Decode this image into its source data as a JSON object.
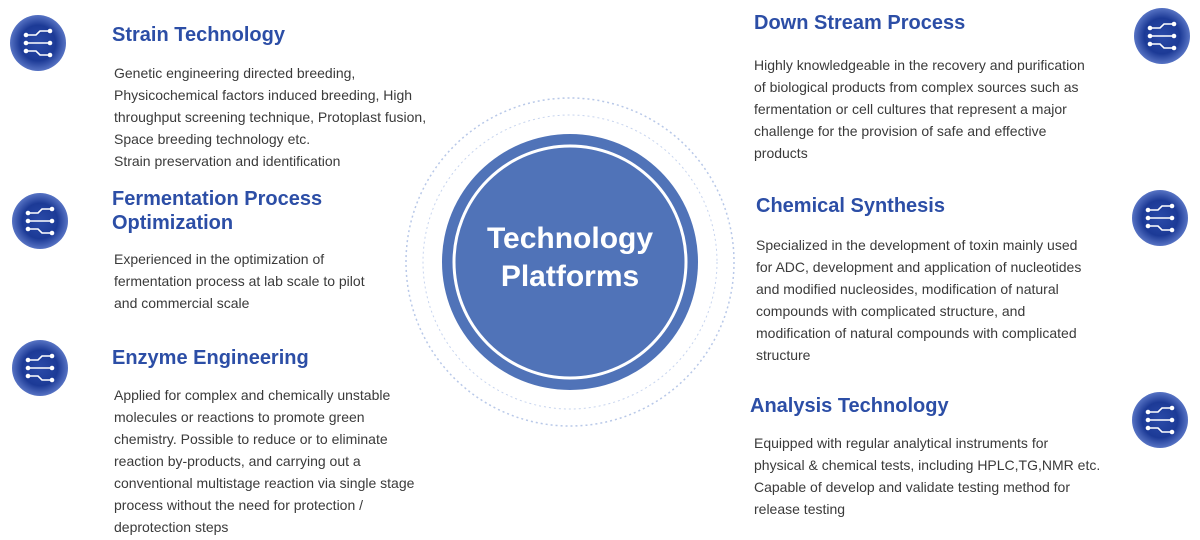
{
  "center": {
    "line1": "Technology",
    "line2": "Platforms"
  },
  "left": [
    {
      "title_lines": [
        "Strain Technology"
      ],
      "icon": "circuit-icon",
      "desc_lines": [
        "Genetic engineering directed breeding,",
        "Physicochemical factors induced breeding, High",
        "throughput screening technique, Protoplast fusion,",
        "Space breeding technology etc.",
        "Strain preservation and identification"
      ]
    },
    {
      "title_lines": [
        "Fermentation Process",
        "Optimization"
      ],
      "icon": "circuit-icon",
      "desc_lines": [
        "Experienced in the optimization of",
        "fermentation process at lab scale to pilot",
        "and commercial scale"
      ]
    },
    {
      "title_lines": [
        "Enzyme Engineering"
      ],
      "icon": "circuit-icon",
      "desc_lines": [
        "Applied for complex and chemically unstable",
        "molecules or reactions to promote green",
        "chemistry. Possible to reduce or to eliminate",
        "reaction by-products, and carrying out a",
        "conventional multistage reaction via single stage",
        "process without the need for protection /",
        "deprotection steps"
      ]
    }
  ],
  "right": [
    {
      "title_lines": [
        "Down Stream Process"
      ],
      "icon": "circuit-icon",
      "desc_lines": [
        "Highly knowledgeable in the recovery and purification",
        "of biological products from complex sources such as",
        "fermentation or cell cultures that represent a major",
        "challenge for the provision of safe and effective",
        "products"
      ]
    },
    {
      "title_lines": [
        "Chemical Synthesis"
      ],
      "icon": "circuit-icon",
      "desc_lines": [
        "Specialized in the development of toxin mainly used",
        "for ADC, development and application of nucleotides",
        "and modified nucleosides, modification of natural",
        "compounds with complicated structure, and",
        "modification of natural compounds with complicated",
        "structure"
      ]
    },
    {
      "title_lines": [
        "Analysis Technology"
      ],
      "icon": "circuit-icon",
      "desc_lines": [
        "Equipped with regular analytical instruments for",
        "physical & chemical tests, including HPLC,TG,NMR etc.",
        "Capable of develop and validate testing method for",
        "release testing"
      ]
    }
  ],
  "colors": {
    "accent": "#2c4ea6",
    "hub_fill": "#5073b8",
    "text": "#3a3a3a"
  }
}
